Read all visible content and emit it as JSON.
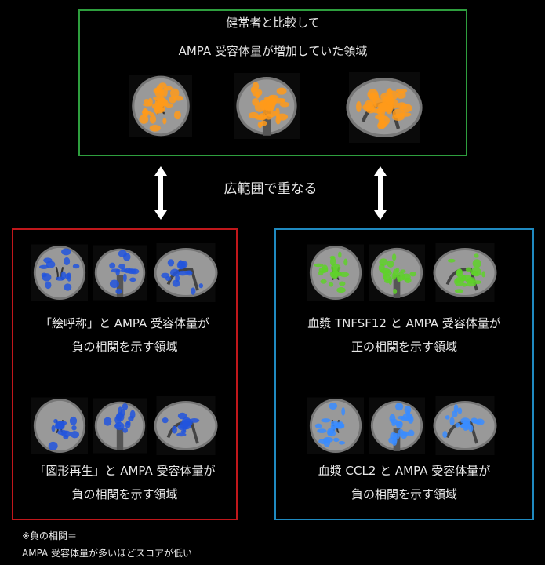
{
  "top": {
    "line1": "健常者と比較して",
    "line2": "AMPA 受容体量が増加していた領域",
    "color": "#2e9e3e",
    "overlay": "#ff9a1a"
  },
  "middle": {
    "label": "広範囲で重なる"
  },
  "left": {
    "color": "#c0171b",
    "overlay": "#2255dd",
    "panel1": {
      "line1": "「絵呼称」と AMPA 受容体量が",
      "line2": "負の相関を示す領域"
    },
    "panel2": {
      "line1": "「図形再生」と AMPA 受容体量が",
      "line2": "負の相関を示す領域"
    }
  },
  "right": {
    "color": "#1f8ac0",
    "panel1": {
      "line1": "血漿 TNFSF12 と AMPA 受容体量が",
      "line2": "正の相関を示す領域",
      "overlay": "#5fd12a"
    },
    "panel2": {
      "line1": "血漿 CCL2 と AMPA 受容体量が",
      "line2": "負の相関を示す領域",
      "overlay": "#3a8cff"
    }
  },
  "note": {
    "line1": "※負の相関＝",
    "line2": "AMPA 受容体量が多いほどスコアが低い"
  }
}
